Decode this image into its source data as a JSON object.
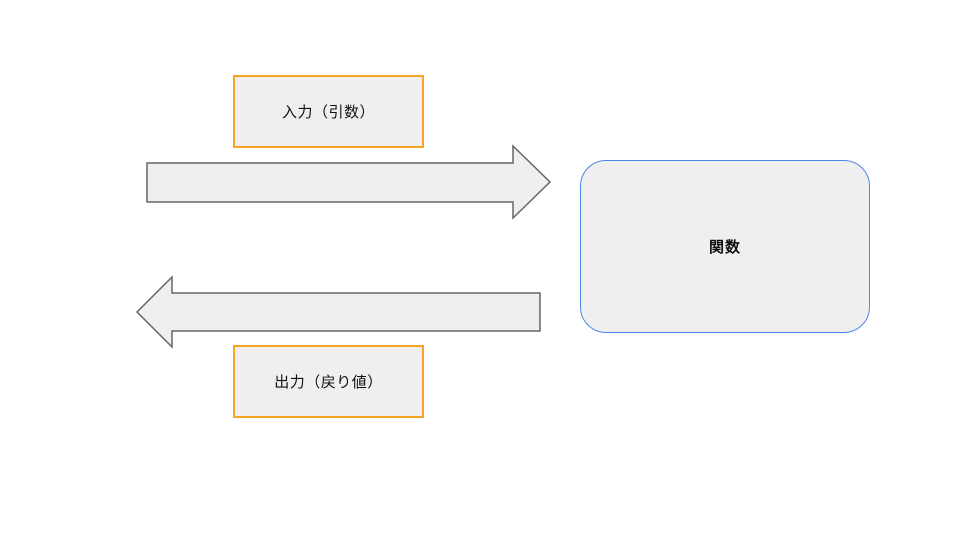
{
  "diagram": {
    "title": "function input/output flow",
    "input_label": "入力（引数）",
    "output_label": "出力（戻り値）",
    "function_label": "関数",
    "arrows": [
      {
        "name": "input-arrow",
        "direction": "right",
        "from": "input",
        "to": "function"
      },
      {
        "name": "output-arrow",
        "direction": "left",
        "from": "function",
        "to": "output"
      }
    ]
  },
  "colors": {
    "background": "#ffffff",
    "box_fill": "#efefef",
    "label_border": "#f5a623",
    "function_border": "#4a86e8",
    "arrow_fill": "#efefef",
    "arrow_stroke": "#666666",
    "text": "#111111"
  }
}
